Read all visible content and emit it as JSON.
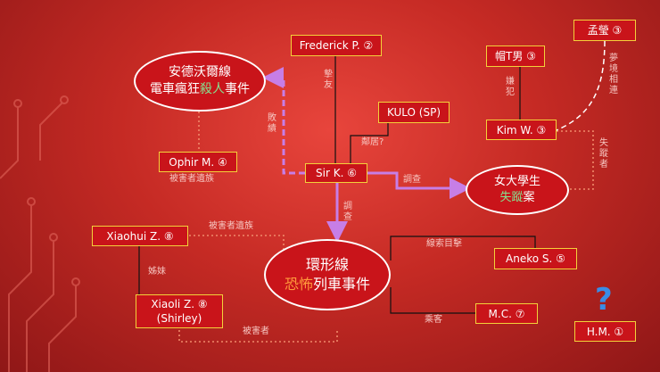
{
  "colors": {
    "box_border": "#f3d23a",
    "box_fill": "#c9141a",
    "purple_arrow": "#c77ee6",
    "dotted_link": "#f08a6a",
    "question_mark": "#3a8ce6"
  },
  "nodes": {
    "frederick": "Frederick P. ②",
    "kulo": "KULO (SP)",
    "sir_k": "Sir K. ⑥",
    "ophir": "Ophir M. ④",
    "xiaohui": "Xiaohui Z. ⑧",
    "xiaoli_1": "Xiaoli Z. ⑧",
    "xiaoli_2": "(Shirley)",
    "aneko": "Aneko S. ⑤",
    "mc": "M.C. ⑦",
    "hm": "H.M. ①",
    "meng": "孟瑩 ③",
    "mao": "帽T男 ③",
    "kim": "Kim W. ③"
  },
  "ovals": {
    "andewo_1": "安德沃爾線",
    "andewo_2a": "電車瘋狂",
    "andewo_2b": "殺人",
    "andewo_2c": "事件",
    "student_1": "女大學生",
    "student_2a": "失蹤",
    "student_2b": "案",
    "ring_1": "環形線",
    "ring_2a": "恐怖",
    "ring_2b": "列車事件"
  },
  "labels": {
    "zhiyou": "摯友",
    "baiji": "敗績",
    "linju": "鄰居?",
    "diaocha_h": "調查",
    "diaocha_v": "調查",
    "victim_family_1": "被害者遺族",
    "victim_family_2": "被害者遺族",
    "sister": "姊妹",
    "victim": "被害者",
    "witness": "線索目擊",
    "passenger": "乘客",
    "suspect": "嫌犯",
    "dream": "夢境相連",
    "missing": "失蹤者"
  },
  "unknown_mark": "?"
}
